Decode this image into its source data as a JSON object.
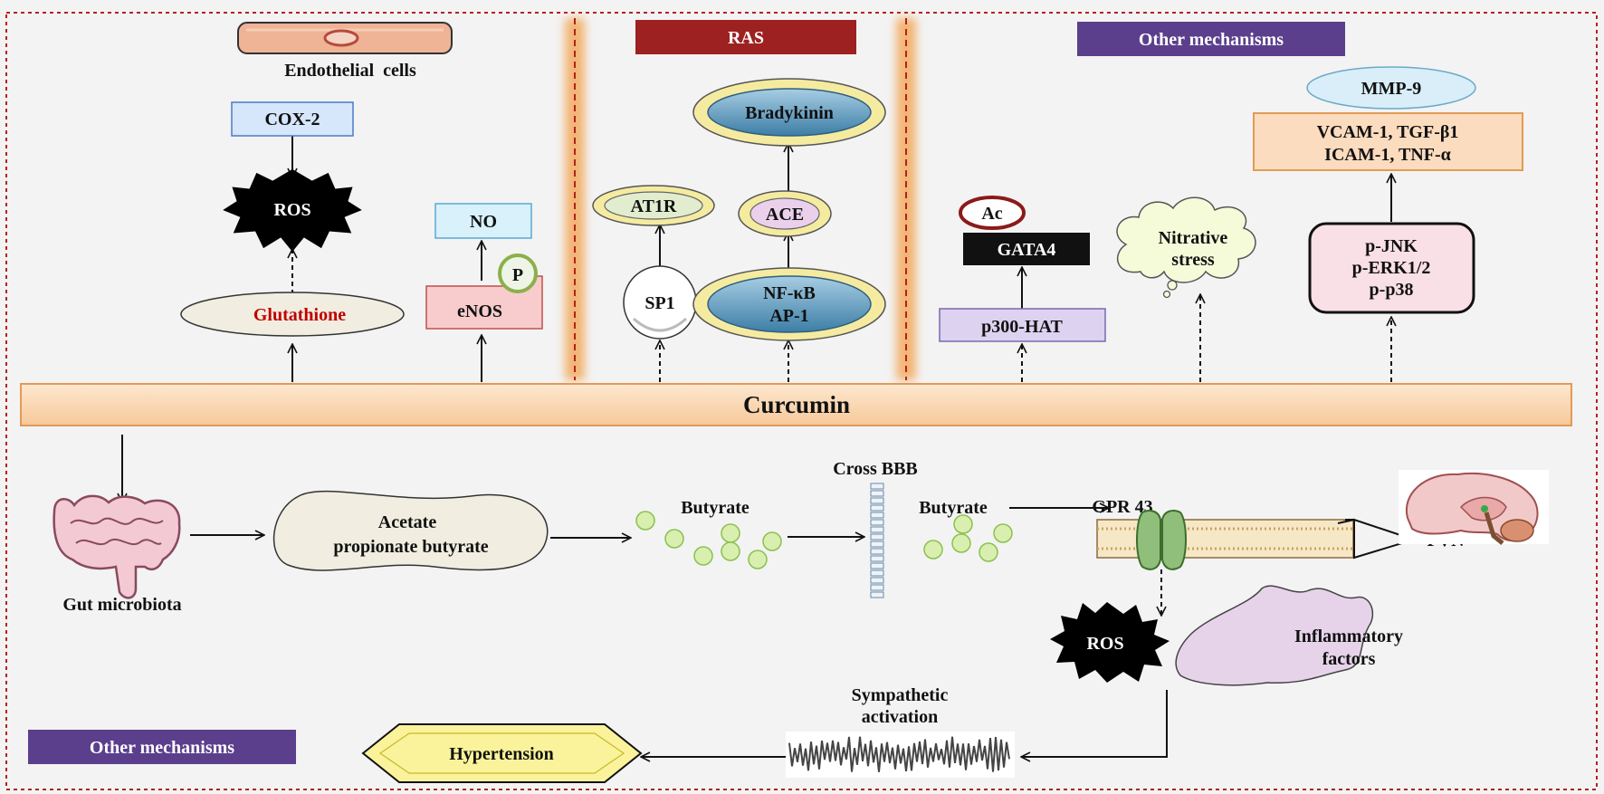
{
  "colors": {
    "frame": "#b22222",
    "curcumin_bar": "#f9d8b4",
    "curcumin_border": "#e39a55",
    "ras_banner": "#9e2121",
    "other_banner": "#5b3f8c",
    "endothelium": "#efb396",
    "cox_box": "#d6e6fb",
    "no_box": "#d8f1fb",
    "enos_box": "#f8cccc",
    "glutathione_text": "#c00000",
    "nfkb_inner": "#6ea6c8",
    "ring_yellow": "#f5eba0",
    "ace_fill": "#ead0ea",
    "at1r_fill": "#e2edd0",
    "p300_box": "#ddd3f0",
    "gata4_box": "#111111",
    "mmp9": "#d9eef8",
    "cytokine_box": "#fcdcbf",
    "jnk_box": "#f9dfe6",
    "nitrative_cloud": "#f5fbd9",
    "butyrate_dot": "#d8efb0",
    "inflammatory": "#e6d3ea",
    "hypertension": "#fbf39b"
  },
  "icons": {
    "gut": "gut-microbiota-icon",
    "brain": "brain-icon",
    "membrane": "cell-membrane-icon",
    "receptor": "gpr43-receptor-icon",
    "bbb": "blood-brain-barrier-icon",
    "nerve_signal": "sympathetic-signal-icon"
  },
  "curcumin": "Curcumin",
  "top": {
    "endothelial_cells": "Endothelial  cells",
    "cox2": "COX-2",
    "ros": "ROS",
    "glutathione": "Glutathione",
    "no": "NO",
    "p": "P",
    "enos": "eNOS"
  },
  "ras": {
    "title": "RAS",
    "bradykinin": "Bradykinin",
    "ace": "ACE",
    "at1r": "AT1R",
    "sp1": "SP1",
    "nfkb": "NF-κB",
    "ap1": "AP-1"
  },
  "other_top": {
    "title": "Other mechanisms",
    "mmp9": "MMP-9",
    "cytokines_line1": "VCAM-1, TGF-β1",
    "cytokines_line2": "ICAM-1, TNF-α",
    "ac": "Ac",
    "gata4": "GATA4",
    "p300": "p300-HAT",
    "nitrative_line1": "Nitrative",
    "nitrative_line2": "stress",
    "jnk": "p-JNK",
    "erk": "p-ERK1/2",
    "p38": "p-p38"
  },
  "bottom": {
    "gut_microbiota": "Gut microbiota",
    "scfa_line1": "Acetate",
    "scfa_line2": "propionate butyrate",
    "butyrate": "Butyrate",
    "cross_bbb": "Cross BBB",
    "butyrate2": "Butyrate",
    "gpr43": "GPR 43",
    "pvn": "PVN",
    "ros": "ROS",
    "inflammatory_line1": "Inflammatory",
    "inflammatory_line2": "factors",
    "sympathetic_line1": "Sympathetic",
    "sympathetic_line2": "activation",
    "hypertension": "Hypertension",
    "other_mechanisms": "Other mechanisms"
  }
}
